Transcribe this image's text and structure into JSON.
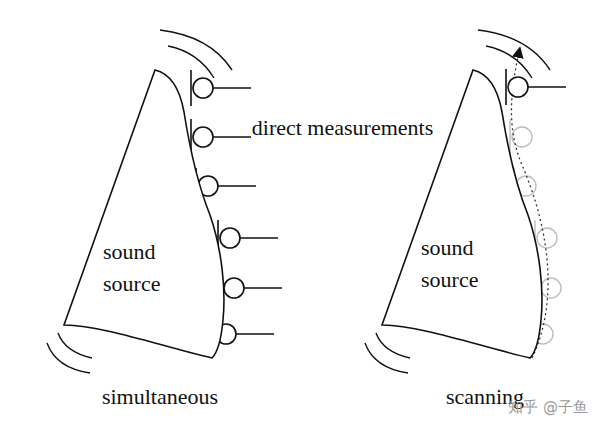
{
  "diagram": {
    "nodes": [
      {
        "text": [
          "sound source"
        ]
      },
      {
        "text": [
          "sound source"
        ]
      }
    ],
    "labels": [
      "direct measurements",
      "simultaneous",
      "scanning",
      "知乎 @子鱼"
    ]
  }
}
